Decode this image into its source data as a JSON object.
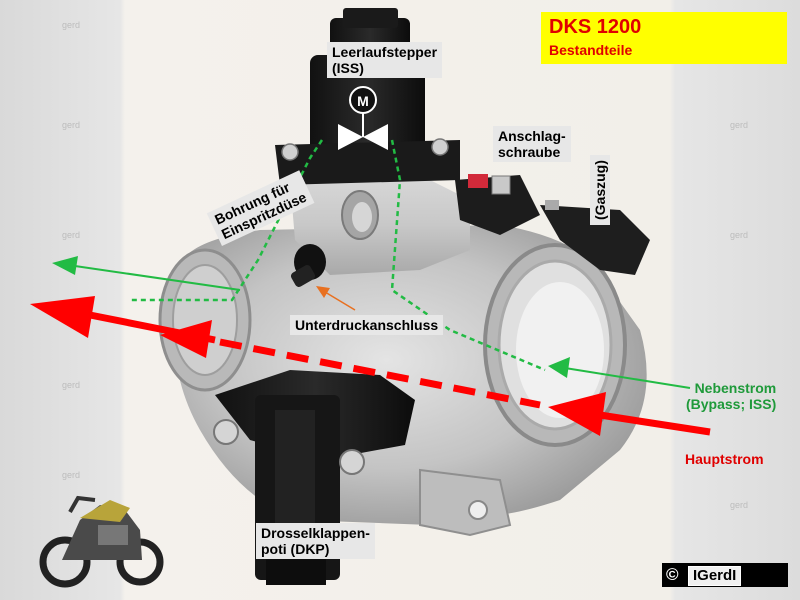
{
  "title": {
    "main": "DKS 1200",
    "subtitle": "Bestandteile"
  },
  "labels": {
    "iss_line1": "Leerlaufstepper",
    "iss_line2": "(ISS)",
    "stop_screw_line1": "Anschlag-",
    "stop_screw_line2": "schraube",
    "throttle_cable": "(Gaszug)",
    "injector_bore_line1": "Bohrung für",
    "injector_bore_line2": "Einspritzdüse",
    "vacuum_port": "Unterdruckanschluss",
    "bypass_line1": "Nebenstrom",
    "bypass_line2": "(Bypass; ISS)",
    "main_flow": "Hauptstrom",
    "tps_line1": "Drosselklappen-",
    "tps_line2": "poti (DKP)"
  },
  "motor_symbol": "M",
  "copyright": {
    "symbol": "©",
    "name": "IGerdI"
  },
  "watermark": "gerd",
  "colors": {
    "red_arrow": "#ff0000",
    "green_arrow": "#22bb44",
    "orange_pointer": "#e87020",
    "title_bg": "#ffff00",
    "title_text": "#e00000",
    "label_bg": "#e7e7e7",
    "green_text": "#1f9a3a",
    "red_text": "#e00000"
  }
}
